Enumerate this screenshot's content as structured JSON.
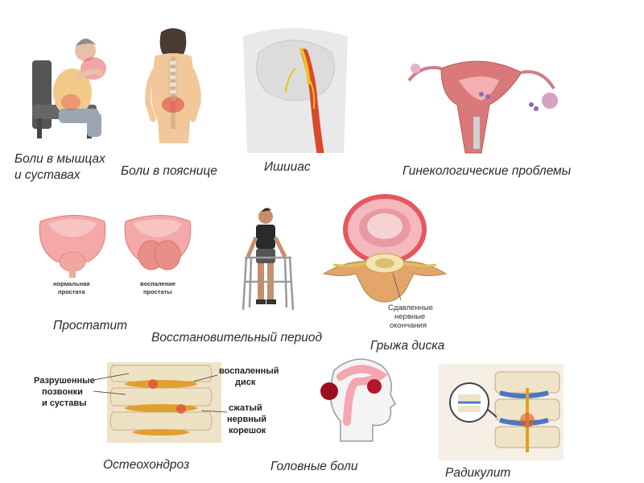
{
  "captions": {
    "muscles_joints_line1": "Боли в мышцах",
    "muscles_joints_line2": "и суставах",
    "lower_back": "Боли в пояснице",
    "sciatica": "Ишииас",
    "gynecology": "Гинекологические проблемы",
    "prostatitis": "Простатит",
    "recovery": "Восстановительный период",
    "hernia": "Грыжа диска",
    "osteochondrosis": "Остеохондроз",
    "headaches": "Головные боли",
    "radiculitis": "Радикулит"
  },
  "prostate_labels": {
    "normal_line1": "нормальная",
    "normal_line2": "простата",
    "inflamed_line1": "воспаление",
    "inflamed_line2": "простаты"
  },
  "hernia_labels": {
    "line1": "Сдавленные",
    "line2": "нервные",
    "line3": "окончания"
  },
  "osteo_labels": {
    "destroyed_line1": "Разрушенные",
    "destroyed_line2": "позвонки",
    "destroyed_line3": "и суставы",
    "inflamed_line1": "воспаленный",
    "inflamed_line2": "диск",
    "pinched_line1": "сжатый",
    "pinched_line2": "нервный",
    "pinched_line3": "корешок"
  }
}
